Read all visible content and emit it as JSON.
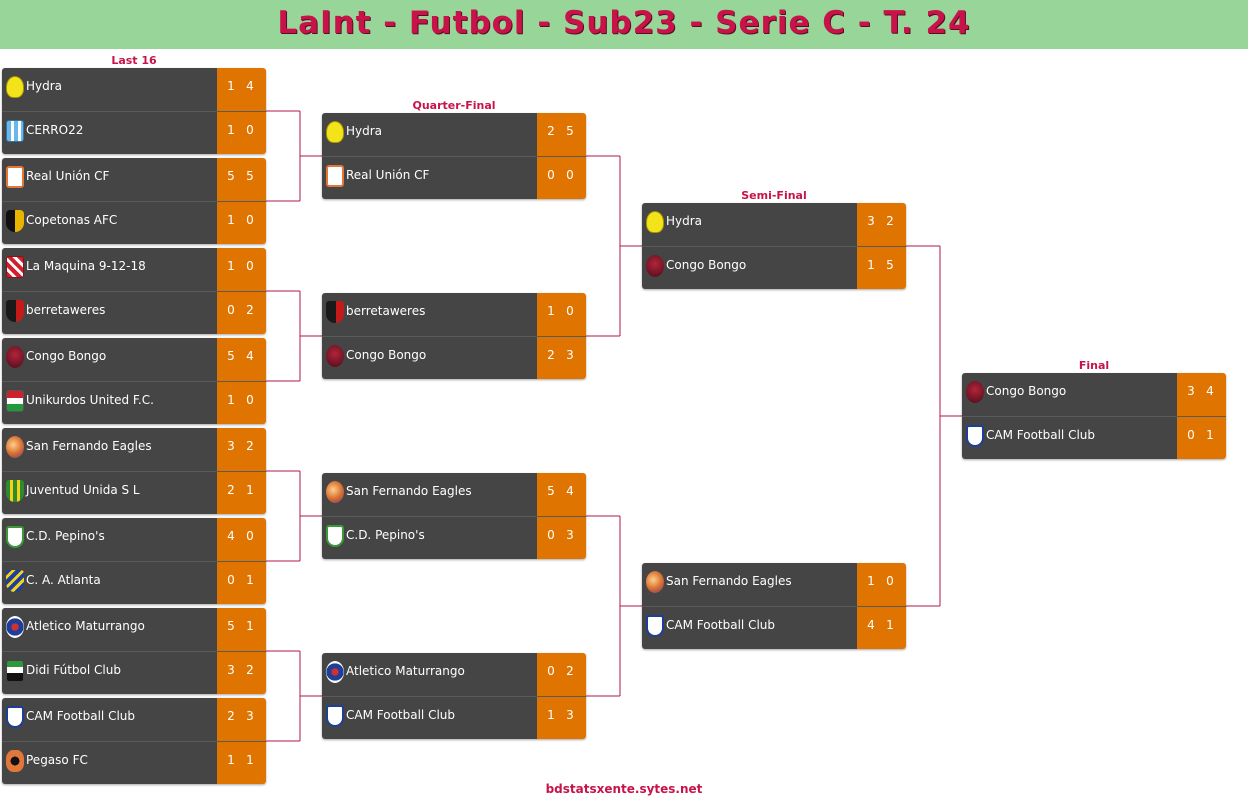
{
  "title": "LaInt - Futbol - Sub23 - Serie C - T. 24",
  "footer": "bdstatsxente.sytes.net",
  "rounds": [
    {
      "label": "Last 16",
      "matches": [
        {
          "teams": [
            {
              "name": "Hydra",
              "badge": "yellow",
              "scores": [
                "1",
                "4"
              ]
            },
            {
              "name": "CERRO22",
              "badge": "sky",
              "scores": [
                "1",
                "0"
              ]
            }
          ]
        },
        {
          "teams": [
            {
              "name": "Real Unión CF",
              "badge": "orange",
              "scores": [
                "5",
                "5"
              ]
            },
            {
              "name": "Copetonas AFC",
              "badge": "blackyellow",
              "scores": [
                "1",
                "0"
              ]
            }
          ]
        },
        {
          "teams": [
            {
              "name": "La Maquina 9-12-18",
              "badge": "redwhite",
              "scores": [
                "1",
                "0"
              ]
            },
            {
              "name": "berretaweres",
              "badge": "blackred",
              "scores": [
                "0",
                "2"
              ]
            }
          ]
        },
        {
          "teams": [
            {
              "name": "Congo Bongo",
              "badge": "darkred",
              "scores": [
                "5",
                "4"
              ]
            },
            {
              "name": "Unikurdos United F.C.",
              "badge": "redgreen",
              "scores": [
                "1",
                "0"
              ]
            }
          ]
        },
        {
          "teams": [
            {
              "name": "San Fernando Eagles",
              "badge": "globe",
              "scores": [
                "3",
                "2"
              ]
            },
            {
              "name": "Juventud Unida S L",
              "badge": "greenyellow",
              "scores": [
                "2",
                "1"
              ]
            }
          ]
        },
        {
          "teams": [
            {
              "name": "C.D. Pepino's",
              "badge": "greenwhite",
              "scores": [
                "4",
                "0"
              ]
            },
            {
              "name": "C. A. Atlanta",
              "badge": "blueyellow",
              "scores": [
                "0",
                "1"
              ]
            }
          ]
        },
        {
          "teams": [
            {
              "name": "Atletico Maturrango",
              "badge": "bluecircle",
              "scores": [
                "5",
                "1"
              ]
            },
            {
              "name": "Didi Fútbol Club",
              "badge": "greenblack",
              "scores": [
                "3",
                "2"
              ]
            }
          ]
        },
        {
          "teams": [
            {
              "name": "CAM Football Club",
              "badge": "bluewhite",
              "scores": [
                "2",
                "3"
              ]
            },
            {
              "name": "Pegaso FC",
              "badge": "orangeblack",
              "scores": [
                "1",
                "1"
              ]
            }
          ]
        }
      ]
    },
    {
      "label": "Quarter-Final",
      "matches": [
        {
          "teams": [
            {
              "name": "Hydra",
              "badge": "yellow",
              "scores": [
                "2",
                "5"
              ]
            },
            {
              "name": "Real Unión CF",
              "badge": "orange",
              "scores": [
                "0",
                "0"
              ]
            }
          ]
        },
        {
          "teams": [
            {
              "name": "berretaweres",
              "badge": "blackred",
              "scores": [
                "1",
                "0"
              ]
            },
            {
              "name": "Congo Bongo",
              "badge": "darkred",
              "scores": [
                "2",
                "3"
              ]
            }
          ]
        },
        {
          "teams": [
            {
              "name": "San Fernando Eagles",
              "badge": "globe",
              "scores": [
                "5",
                "4"
              ]
            },
            {
              "name": "C.D. Pepino's",
              "badge": "greenwhite",
              "scores": [
                "0",
                "3"
              ]
            }
          ]
        },
        {
          "teams": [
            {
              "name": "Atletico Maturrango",
              "badge": "bluecircle",
              "scores": [
                "0",
                "2"
              ]
            },
            {
              "name": "CAM Football Club",
              "badge": "bluewhite",
              "scores": [
                "1",
                "3"
              ]
            }
          ]
        }
      ]
    },
    {
      "label": "Semi-Final",
      "matches": [
        {
          "teams": [
            {
              "name": "Hydra",
              "badge": "yellow",
              "scores": [
                "3",
                "2"
              ]
            },
            {
              "name": "Congo Bongo",
              "badge": "darkred",
              "scores": [
                "1",
                "5"
              ]
            }
          ]
        },
        {
          "teams": [
            {
              "name": "San Fernando Eagles",
              "badge": "globe",
              "scores": [
                "1",
                "0"
              ]
            },
            {
              "name": "CAM Football Club",
              "badge": "bluewhite",
              "scores": [
                "4",
                "1"
              ]
            }
          ]
        }
      ]
    },
    {
      "label": "Final",
      "matches": [
        {
          "teams": [
            {
              "name": "Congo Bongo",
              "badge": "darkred",
              "scores": [
                "3",
                "4"
              ]
            },
            {
              "name": "CAM Football Club",
              "badge": "bluewhite",
              "scores": [
                "0",
                "1"
              ]
            }
          ]
        }
      ]
    }
  ],
  "colors": {
    "title": "#c8134a",
    "title_bar": "#98d598",
    "name_bg": "#454545",
    "score_bg": "#e07400",
    "connector": "#b0174f"
  }
}
